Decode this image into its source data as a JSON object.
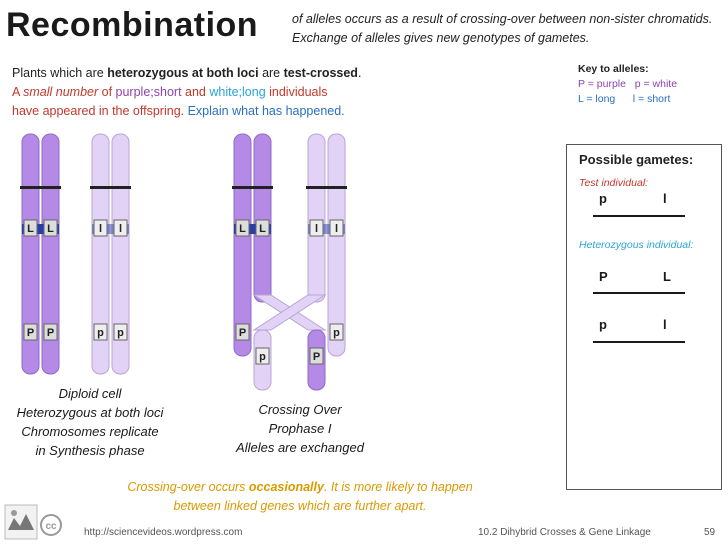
{
  "header": {
    "title": "Recombination",
    "subtitle": "of alleles occurs as a result of crossing-over between non-sister chromatids. Exchange of alleles gives new genotypes of gametes."
  },
  "intro": {
    "line1_a": "Plants which are ",
    "line1_b": "heterozygous at both loci",
    "line1_c": " are ",
    "line1_d": "test-crossed",
    "line1_e": ".",
    "line2_a": "A ",
    "line2_b": "small number",
    "line2_c": " of ",
    "line2_d": "purple;short",
    "line2_e": " and ",
    "line2_f": "white;long",
    "line2_g": " individuals",
    "line3_a": "have appeared in the offspring. ",
    "line3_b": "Explain what has happened."
  },
  "key": {
    "heading": "Key to alleles:",
    "purple": "P = purple",
    "white": "p = white",
    "long": "L = long",
    "short": "l  = short"
  },
  "gametes": {
    "heading": "Possible gametes:",
    "test_label": "Test individual:",
    "test_p": "p",
    "test_l": "l",
    "het_label": "Heterozygous individual:",
    "het1_p": "P",
    "het1_l": "L",
    "het2_p": "p",
    "het2_l": "l"
  },
  "diagram": {
    "allele_L": "L",
    "allele_l": "l",
    "allele_P": "P",
    "allele_p": "p",
    "colors": {
      "purple": "#b48ae6",
      "light": "#e2d2f5",
      "blue_band": "#2b3ea8"
    }
  },
  "captions": {
    "left_1": "Diploid cell",
    "left_2": "Heterozygous at both loci",
    "left_3": "Chromosomes replicate",
    "left_4": "in Synthesis phase",
    "mid_1": "Crossing Over",
    "mid_2": "Prophase I",
    "mid_3": "Alleles are exchanged"
  },
  "note": {
    "a": "Crossing-over occurs ",
    "b": "occasionally",
    "c": ". It is more likely to happen",
    "d": "between linked genes which are further apart."
  },
  "footer": {
    "url": "http://sciencevideos.wordpress.com",
    "cc": "cc",
    "topic": "10.2 Dihybrid Crosses & Gene Linkage",
    "page": "59"
  }
}
